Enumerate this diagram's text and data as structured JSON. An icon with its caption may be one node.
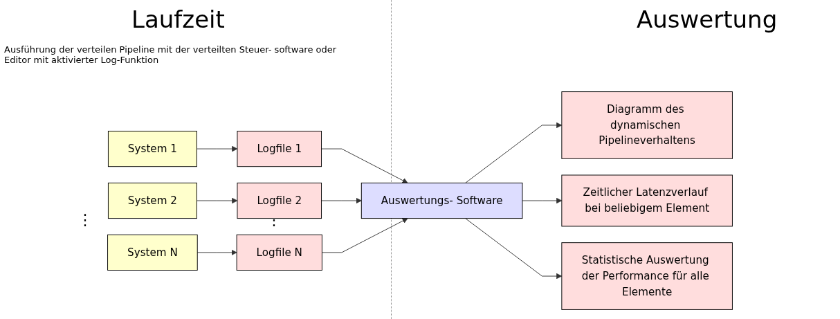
{
  "diagram": {
    "nodes": [
      {
        "text": [
          "System 1"
        ]
      },
      {
        "text": [
          "Logfile 1"
        ]
      },
      {
        "text": [
          "System 2"
        ]
      },
      {
        "text": [
          "Logfile 2"
        ]
      },
      {
        "text": [
          "System N"
        ]
      },
      {
        "text": [
          "Logfile N"
        ]
      },
      {
        "text": [
          "Auswertungs- Software"
        ]
      },
      {
        "text": [
          "Diagramm des dynamischen Pipelineverhaltens"
        ]
      },
      {
        "text": [
          "Zeitlicher Latenzverlauf bei beliebigem Element"
        ]
      },
      {
        "text": [
          "Statistische Auswertung der Performance für alle Elemente"
        ]
      }
    ],
    "edges": [
      {
        "from": 0,
        "to": 1,
        "arrow": "to"
      },
      {
        "from": 2,
        "to": 3,
        "arrow": "to"
      },
      {
        "from": 4,
        "to": 5,
        "arrow": "to"
      },
      {
        "from": 1,
        "to": 6,
        "arrow": "to"
      },
      {
        "from": 3,
        "to": 6,
        "arrow": "to"
      },
      {
        "from": 5,
        "to": 6,
        "arrow": "to"
      },
      {
        "from": 6,
        "to": 7,
        "arrow": "to"
      },
      {
        "from": 6,
        "to": 8,
        "arrow": "to"
      },
      {
        "from": 6,
        "to": 9,
        "arrow": "to"
      }
    ],
    "labels": [
      "Laufzeit",
      "Auswertung",
      "Ausführung der verteilen Pipeline mit der verteilten Steuer- software oder Editor mit aktivierter Log-Funktion",
      "⋮",
      "⋮"
    ]
  }
}
